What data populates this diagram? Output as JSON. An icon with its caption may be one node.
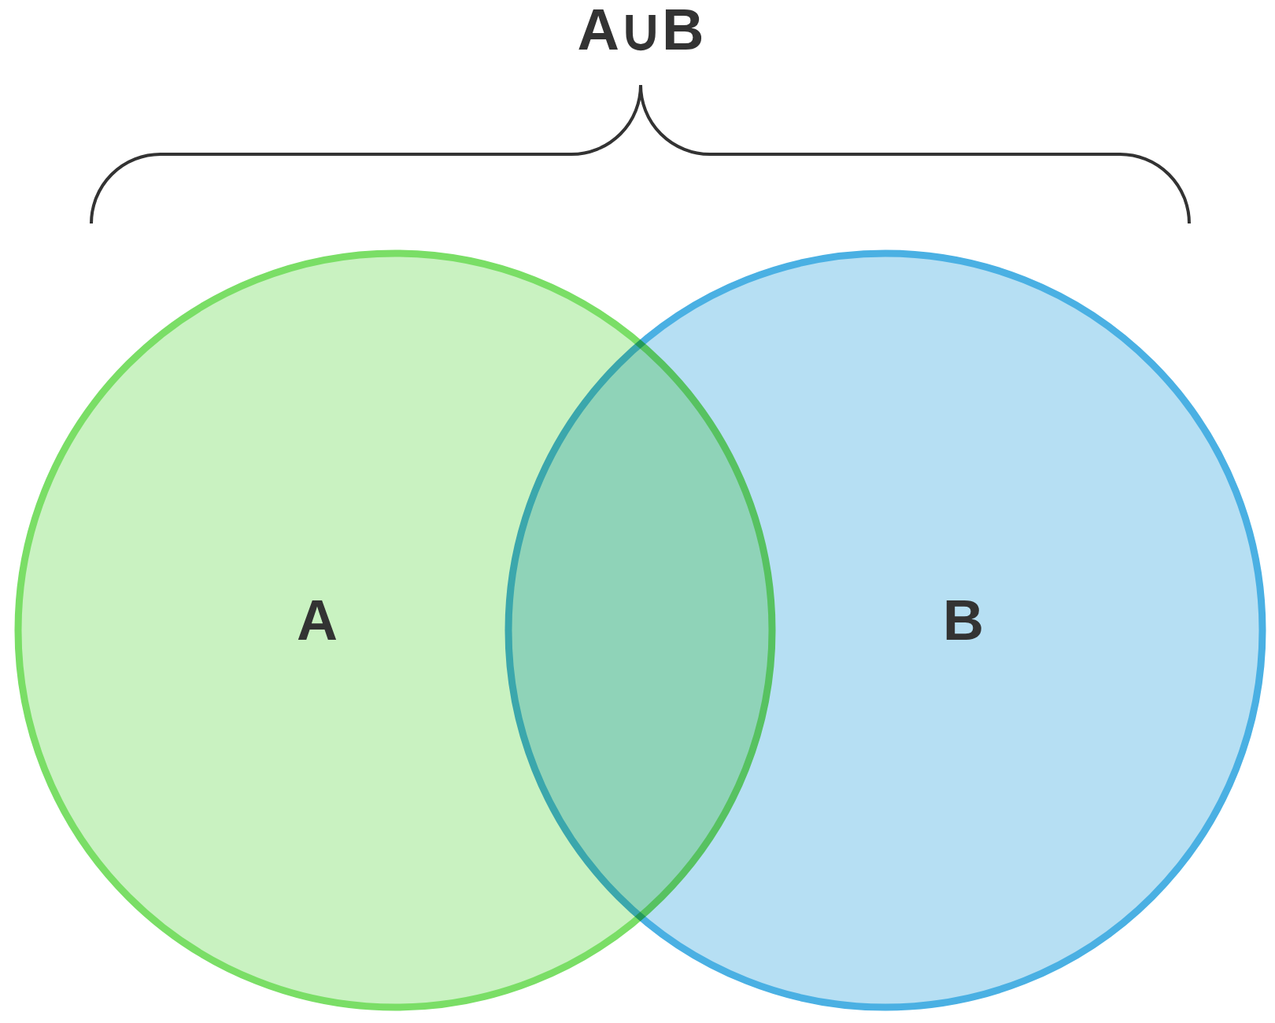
{
  "diagram": {
    "nodes": [
      {
        "text": [
          "A"
        ]
      },
      {
        "text": [
          "B"
        ]
      }
    ],
    "labels": [
      "A∪B"
    ]
  }
}
